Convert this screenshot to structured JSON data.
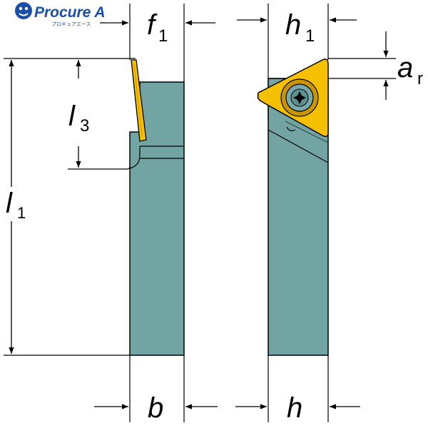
{
  "logo": {
    "brand": "Procure A",
    "tagline": "プロキュアエース"
  },
  "colors": {
    "body": "#73a4a4",
    "body_dark": "#5d9090",
    "outline": "#000000",
    "insert": "#f5c000",
    "insert_dark": "#c99500",
    "screw": "#7aa9ab",
    "logo_blue": "#1a4ea8"
  },
  "labels": {
    "f1": {
      "main": "f",
      "sub": "1"
    },
    "h1": {
      "main": "h",
      "sub": "1"
    },
    "ar": {
      "main": "a",
      "sub": "r"
    },
    "l3": {
      "main": "l",
      "sub": "3"
    },
    "l1": {
      "main": "l",
      "sub": "1"
    },
    "b": {
      "main": "b"
    },
    "h": {
      "main": "h"
    }
  }
}
